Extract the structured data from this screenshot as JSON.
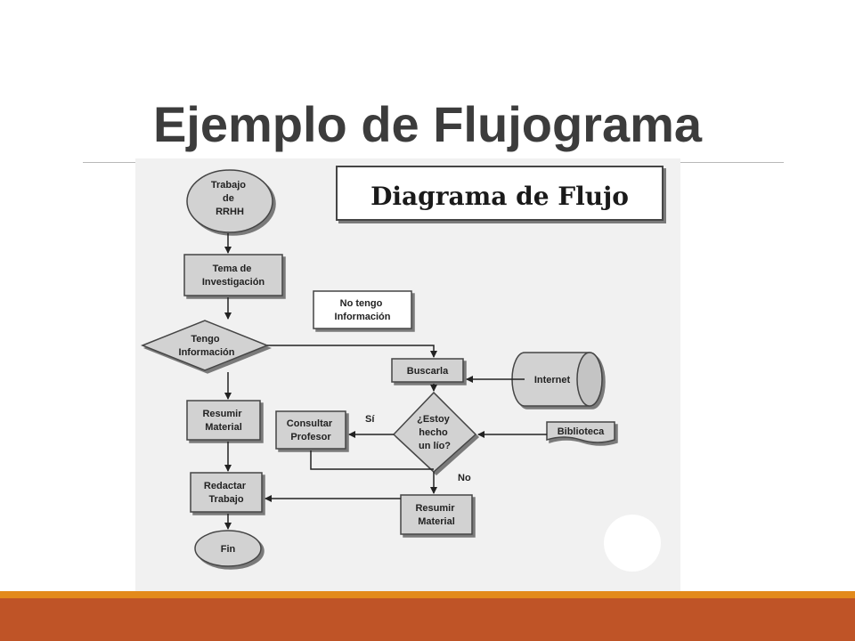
{
  "slide": {
    "title": "Ejemplo de Flujograma"
  },
  "diagram": {
    "heading": "Diagrama de Flujo",
    "nodes": {
      "start": [
        "Trabajo",
        "de",
        "RRHH"
      ],
      "tema": [
        "Tema de",
        "Investigación"
      ],
      "no_info": [
        "No tengo",
        "Información"
      ],
      "decision_info": [
        "Tengo",
        "Información"
      ],
      "buscarla": [
        "Buscarla"
      ],
      "internet": [
        "Internet"
      ],
      "resumir1": [
        "Resumir",
        "Material"
      ],
      "consultar": [
        "Consultar",
        "Profesor"
      ],
      "decision_lio": [
        "¿Estoy",
        "hecho",
        "un lío?"
      ],
      "biblioteca": [
        "Biblioteca"
      ],
      "redactar": [
        "Redactar",
        "Trabajo"
      ],
      "resumir2": [
        "Resumir",
        "Material"
      ],
      "fin": [
        "Fin"
      ]
    },
    "edge_labels": {
      "si": "Sí",
      "no": "No"
    }
  },
  "colors": {
    "accent_orange": "#e38a1b",
    "accent_rust": "#bf5427",
    "title_text": "#3c3c3c",
    "node_fill": "#d2d2d2",
    "panel_bg": "#f1f1f1"
  }
}
